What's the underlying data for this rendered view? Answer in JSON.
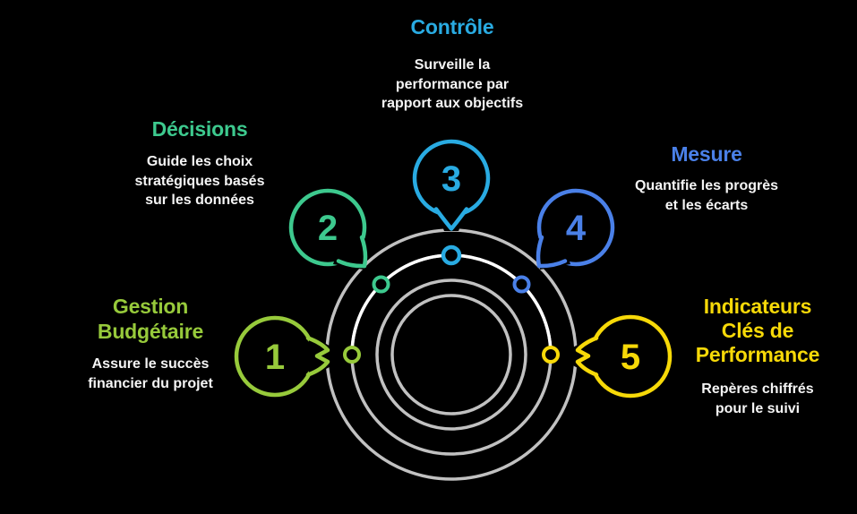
{
  "colors": {
    "background": "#000000",
    "ring_gray": "#C1C1C1",
    "ring_highlight": "#FFFFFF",
    "text": "#F5F5F5",
    "lime": "#97CA3B",
    "green": "#3DC98E",
    "cyan": "#29ABE2",
    "blue": "#4A80E8",
    "yellow": "#F7D908"
  },
  "items": [
    {
      "number": "1",
      "title": "Gestion Budgétaire",
      "title_lines": [
        "Gestion",
        "Budgétaire"
      ],
      "description": "Assure le succès financier du projet",
      "description_lines": [
        "Assure le succès",
        "financier du projet"
      ],
      "color": "lime"
    },
    {
      "number": "2",
      "title": "Décisions",
      "title_lines": [
        "Décisions"
      ],
      "description": "Guide les choix stratégiques basés sur les données",
      "description_lines": [
        "Guide les choix",
        "stratégiques basés",
        "sur les données"
      ],
      "color": "green"
    },
    {
      "number": "3",
      "title": "Contrôle",
      "title_lines": [
        "Contrôle"
      ],
      "description": "Surveille la performance par rapport aux objectifs",
      "description_lines": [
        "Surveille la",
        "performance par",
        "rapport aux objectifs"
      ],
      "color": "cyan"
    },
    {
      "number": "4",
      "title": "Mesure",
      "title_lines": [
        "Mesure"
      ],
      "description": "Quantifie les progrès et les écarts",
      "description_lines": [
        "Quantifie les progrès",
        "et les écarts"
      ],
      "color": "blue"
    },
    {
      "number": "5",
      "title": "Indicateurs Clés de Performance",
      "title_lines": [
        "Indicateurs",
        "Clés de",
        "Performance"
      ],
      "description": "Repères chiffrés pour le suivi",
      "description_lines": [
        "Repères chiffrés",
        "pour le suivi"
      ],
      "color": "yellow"
    }
  ]
}
